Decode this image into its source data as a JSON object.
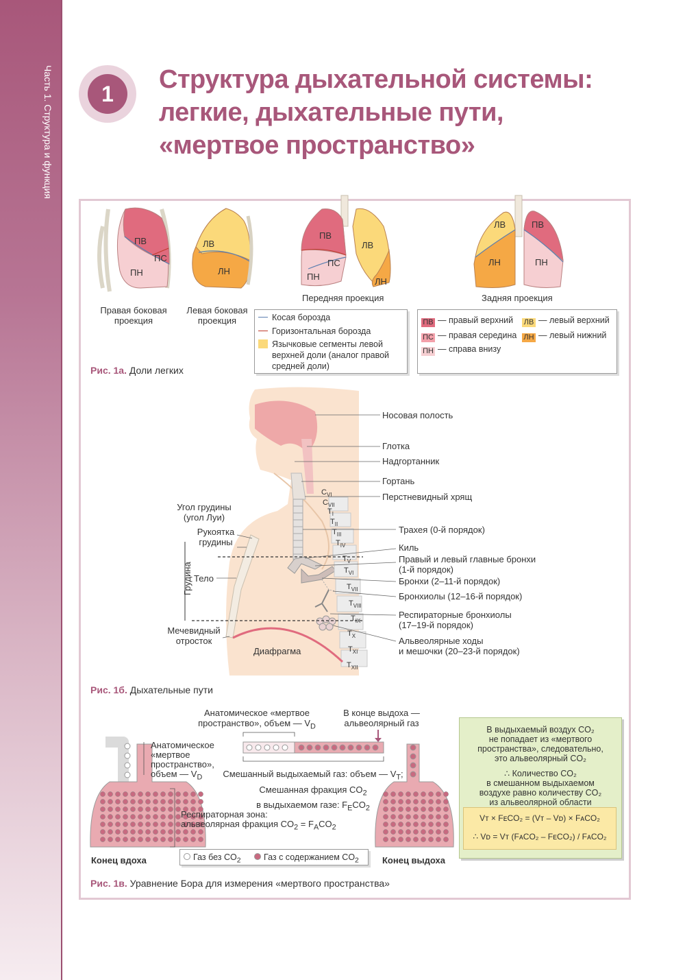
{
  "sidebar": {
    "text": "Часть 1. Структура и функция"
  },
  "chapter": {
    "number": "1"
  },
  "title": {
    "line1": "Структура дыхательной системы:",
    "line2": "легкие, дыхательные пути,",
    "line3": "«мертвое пространство»"
  },
  "fig1a": {
    "lobes": {
      "rv": "ПВ",
      "rs": "ПС",
      "rn": "ПН",
      "lv": "ЛВ",
      "ln": "ЛН"
    },
    "views": {
      "right_lateral_1": "Правая боковая",
      "right_lateral_2": "проекция",
      "left_lateral_1": "Левая боковая",
      "left_lateral_2": "проекция",
      "anterior": "Передняя проекция",
      "posterior": "Задняя проекция"
    },
    "legend1": {
      "oblique": "Косая борозда",
      "horizontal": "Горизонтальная борозда",
      "lingula_1": "Язычковые сегменты левой",
      "lingula_2": "верхней доли (аналог правой",
      "lingula_3": "средней доли)"
    },
    "legend2": {
      "rv": "— правый верхний",
      "rs": "— правая середина",
      "rn": "— справа внизу",
      "lv": "— левый верхний",
      "ln": "— левый нижний"
    },
    "caption_label": "Рис. 1а.",
    "caption_text": " Доли легких"
  },
  "fig1b": {
    "labels": {
      "nasal": "Носовая полость",
      "pharynx": "Глотка",
      "epiglottis": "Надгортанник",
      "larynx": "Гортань",
      "cricoid": "Перстневидный хрящ",
      "trachea": "Трахея (0-й порядок)",
      "carina": "Киль",
      "main_bronchi_1": "Правый и левый главные бронхи",
      "main_bronchi_2": "(1-й порядок)",
      "bronchi": "Бронхи (2–11-й порядок)",
      "bronchioles": "Бронхиолы (12–16-й порядок)",
      "resp_bronchioles_1": "Респираторные бронхиолы",
      "resp_bronchioles_2": "(17–19-й порядок)",
      "alveolar_1": "Альвеолярные ходы",
      "alveolar_2": "и мешочки (20–23-й порядок)",
      "sternal_angle_1": "Угол грудины",
      "sternal_angle_2": "(угол Луи)",
      "manubrium_1": "Рукоятка",
      "manubrium_2": "грудины",
      "sternum": "Грудина",
      "body": "Тело",
      "xiphoid_1": "Мечевидный",
      "xiphoid_2": "отросток",
      "diaphragm": "Диафрагма"
    },
    "vertebrae": [
      "C",
      "C",
      "T",
      "T",
      "T",
      "T",
      "T",
      "T",
      "T",
      "T",
      "T",
      "T",
      "T",
      "T"
    ],
    "vertebrae_sub": [
      "VI",
      "VII",
      "I",
      "II",
      "III",
      "IV",
      "V",
      "VI",
      "VII",
      "VIII",
      "IX",
      "X",
      "XI",
      "XII"
    ],
    "caption_label": "Рис. 1б.",
    "caption_text": " Дыхательные пути"
  },
  "fig1c": {
    "anat_dead_1": "Анатомическое «мертвое",
    "anat_dead_2": "пространство», объем — V",
    "anat_dead_sub": "D",
    "end_exp_1": "В конце выдоха —",
    "end_exp_2": "альвеолярный газ",
    "left_dead_1": "Анатомическое",
    "left_dead_2": "«мертвое",
    "left_dead_3": "пространство»,",
    "left_dead_4": "объем — V",
    "left_dead_sub": "D",
    "mixed_1": "Смешанный выдыхаемый газ: объем — V",
    "mixed_1_sub": "T",
    "mixed_1_end": ";",
    "mixed_2": "Смешанная фракция CO",
    "mixed_2_sub": "2",
    "mixed_3": "в выдыхаемом газе: F",
    "mixed_3_sub1": "E",
    "mixed_3_mid": "CO",
    "mixed_3_sub2": "2",
    "resp_zone_1": "Респираторная зона:",
    "resp_zone_2": "альвеолярная фракция CO",
    "resp_zone_2b": " = F",
    "resp_zone_2c": "A",
    "resp_zone_2d": "CO",
    "resp_zone_sub": "2",
    "end_insp": "Конец вдоха",
    "end_exp": "Конец выдоха",
    "legend_no_co2": "Газ без CO",
    "legend_co2": "Газ с содержанием CO",
    "legend_sub": "2",
    "note": [
      "В выдыхаемый воздух CO₂",
      "не попадает из «мертвого",
      "пространства», следовательно,",
      "это альвеолярный CO₂",
      "∴ Количество CO₂",
      "в смешанном выдыхаемом",
      "воздухе равно количеству CO₂",
      "из альвеолярной области"
    ],
    "formula1": "Vт × FᴇCO₂ = (Vт – Vᴅ) × FᴀCO₂",
    "formula2": "∴ Vᴅ = Vт (FᴀCO₂ – FᴇCO₂) / FᴀCO₂",
    "caption_label": "Рис. 1в.",
    "caption_text": " Уравнение Бора для измерения «мертвого пространства»"
  },
  "colors": {
    "accent": "#a8577a",
    "lobe_upper_right": "#e06b7e",
    "lobe_lower_right": "#f6cfd2",
    "lobe_upper_left": "#fbd97a",
    "lobe_lower_left": "#f5a845",
    "note_bg": "#e4efc9",
    "formula_bg": "#fbe9a6"
  }
}
